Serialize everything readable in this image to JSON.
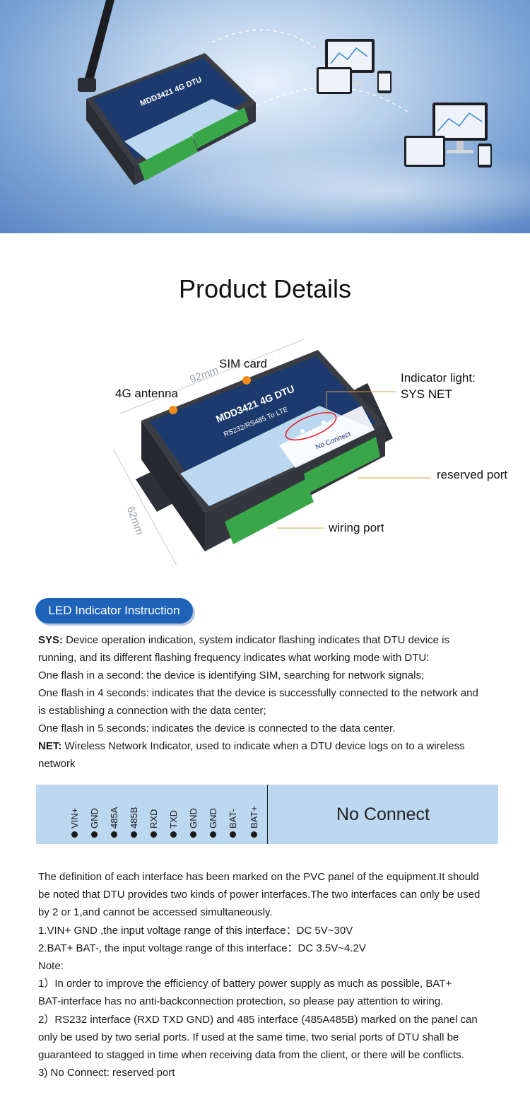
{
  "hero": {
    "device_label": "MDD3421 4G DTU"
  },
  "title": "Product Details",
  "diagram": {
    "dimension_top": "92mm",
    "dimension_side": "62mm",
    "device_title": "MDD3421 4G DTU",
    "device_subtitle": "RS232/RS485 To LTE",
    "panel_no_connect": "No Connect",
    "callouts": {
      "sim_card": "SIM card",
      "antenna": "4G antenna",
      "indicator_line1": "Indicator light:",
      "indicator_line2": "SYS NET",
      "reserved_port": "reserved port",
      "wiring_port": "wiring port"
    }
  },
  "led_section": {
    "heading": "LED Indicator Instruction",
    "sys_label": "SYS:",
    "sys_line1": " Device operation indication, system indicator flashing indicates that DTU device is",
    "sys_line2": "running, and its different flashing frequency indicates what working mode with DTU:",
    "one_sec": "One flash in a second: the device is identifying SIM, searching for network signals;",
    "four_sec_1": "One flash in 4 seconds: indicates that the device is successfully connected to the network and",
    "four_sec_2": "is establishing a connection with the data center;",
    "five_sec": "One flash in 5 seconds: indicates the device is connected to the data center.",
    "net_label": "NET:",
    "net_line1": " Wireless Network Indicator, used to indicate when a DTU device logs on to a wireless",
    "net_line2": "network"
  },
  "port_strip": {
    "ports": [
      "VIN+",
      "GND",
      "485A",
      "485B",
      "RXD",
      "TXD",
      "GND",
      "GND",
      "BAT-",
      "BAT+"
    ],
    "no_connect": "No Connect"
  },
  "definition": {
    "l1": "The definition of each interface has been marked on the PVC panel of the equipment.It should",
    "l2": "be noted that DTU provides two kinds of power interfaces.The two interfaces can only be used",
    "l3": "by 2 or 1,and cannot be accessed simultaneously.",
    "l4": "1.VIN+ GND ,the input voltage range of this interface：DC 5V~30V",
    "l5": "2.BAT+ BAT-, the input voltage range of this interface：DC 3.5V~4.2V",
    "l6": "Note:",
    "l7": "1）In order to improve the efficiency of battery power supply as much as possible, BAT+",
    "l8": "BAT-interface has no anti-backconnection protection, so please pay attention to wiring.",
    "l9": "2）RS232 interface (RXD TXD GND) and 485 interface (485A485B) marked on the panel can",
    "l10": "only be used by two serial ports. If used at the same time, two serial ports of DTU shall be",
    "l11": "guaranteed to stagged in time when receiving data from the client, or there will be conflicts.",
    "l12": "3) No Connect: reserved port"
  }
}
